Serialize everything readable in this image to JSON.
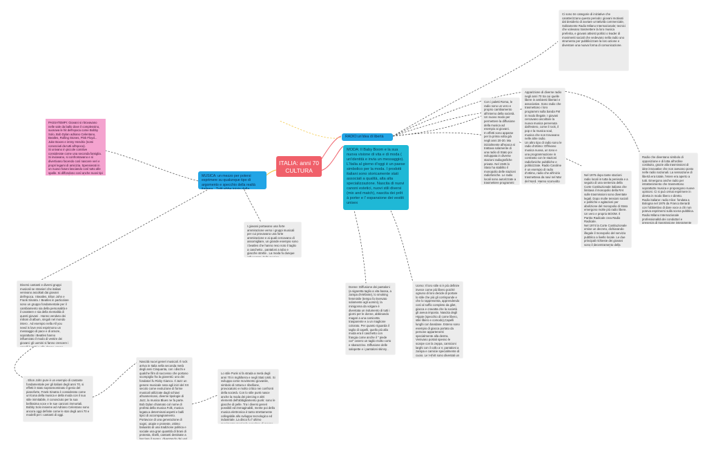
{
  "central": {
    "title": "ITALIA: anni 70\nCULTURA"
  },
  "branches": {
    "radio": "RADIO:un'idea di libertà",
    "moda": "MODA: Il Baby Boom e la sua nuova visione di vita e di moda ( un'identità e invia un messaggio). L'Italia al giorno d'oggi è un paese simbolico per la moda.\nI prodotti italiani sono storicamente stati associati a qualità, alta alta specializzazione.\nNascita di nuovi canoni estetici, nuovi stili diversi (mix and match), nascita dei prêt à porter e l' espansione dei vestiti unisex",
    "musica": "MUSICA: un mezzo per potersi esprimere su qualunque tipo di argomento e specchio della realtà italiana . Tutti ebbe inizio dalla musica..."
  },
  "notes": {
    "radio_top": "Ci sono tre categorie di iniziative che caratterizzano questo periodo: giovani motivati dal desiderio di avviare un'attività commerciale, Solitamente Radio Milano Internazionale; tecnici che volevano trasmettere la loro musica preferita, e giovani attivisti politici o leader di movimenti sociali che vedevano nella radio uno strumento per pubblicizzare la loro azione e diventare una nuova forma di comunicazione.",
    "radio_monopoly": "Con i paletti Roma, le radio sono un vero e proprio cambiamento all'interno della società. Un nuovo modo per permettere la diffusione della musica ad esempio ai giovani.\nIn effetti sono apparse per la prima volta già negli anni 20-30. Ma inizialmente all'epoca si trattava solamente di una radio di Stato poi sviluppata in diverse stazioni radiografiche private. Nel 1945 lo Stato ha stabilito il monopolio delle stazioni radiofoniche. Le radio locali sono autorizzate a trasmettere programmi piano piano anche in virtù del nuovo statuto così un vero e proprio discorso per mancanza di frequenze disponibili.",
    "radio_apparizione": "Apparizione di diverse radio negli anni 70 tra cui quelle libere in ambienti libertari e associative. Sono radio che trasmettono i loro programmi sulla banda FM in modo illegale. I giovani cercavano ascoltare la nuova musica pervenuta dall'estero, come il rock, il pop e la musica soul, musica che non trovavano nelle altre radio.\nUn altro tipo di radio sono le radio d'ottimo: Offrivano musica nuova, un tono e una programmazione in contrasto con le stazioni radiofoniche pubbliche e politicizzate. Radio Caroline è un esempio di radio d'ottimo, radio che all'inizio trasmetteva da navi nel Mar del Nord. Hanno sconvolto la realtà della polizia che intervenne e meter fine a queste radio confiscando le installazioni e le proteste d'assalto le navi trasmittenti.",
    "radio_1976": "Nel 1976 dopo tante stazioni radio locali in tutta la penisola e a seguito di una sentenza della Corte Costituzionale italiana che limitava il monopolio della RAI sulle trasmissioni sono diventate legali. Dopo molte tensioni sociali e politiche e agitazioni per abolizione del monopolio di Stato emergono molte più radio libere. Un vero e proprio BOOM. Il Partito Radicale crea Radio Radicale.\nNel 1974 la Corte Costituzionale emise un decreto, dichiarando illegale il monopolio del servizio pubblico a livello locale. Le due principali richieste dei giovani sono il decentramento della produzione e un utilizzo più accessibile a tutti allo scopo per partecipare non solo ma stare prese in considerazione dal legislatore.",
    "radio_alice": "Radio che diventano simbolo di opposizione e di lotta all'ordine costituito, grazie alla trasmissioni di idee innovative che non avevano posto nelle radio nazionali. La sensazione di libertà era totale, l'etere era aperto a tutti. Emergono anche radio per intrattenimento che trasmettono soprattutto musica e propongono nuove opinioni. Ci si può ormai esprimere in diretta in modo libero e diretto.\nRadio italiane: radio Alice: fondata a Bologna nel 1976 da Franco Berardi con l'obbiettivo di dare voce a chi non poteva esprimersi sulla scena pubblica. Radio Milano Internazionale professionalità dei conduttori e presenza di trasmissione interamente musicale.",
    "passatempi": "PASSATEMPI: Giovani si ritrovavano nelle sale da ballo dove il complessino, suonava le hit dell'epoca come Bobby Solo, Bob Dylan adriano Celentano, Beatles, Rolling Stones, Pink Floyd... Juke Boxes e immy Hendrix (nomi conosciuti da tutti all'epoca).\nSi univano in piccole comitive considerate come una seconda famiglia. Si inviavano, si confrontavano e si divertivano facendo così nascere veri e propri legami di amicizia. Spensierati in un nuovo futuro lasciando così tutto alle spalle. Si diffondono così anche nuovi tipi di passatempi: il cinema e il teatro.",
    "giovani_ammirazione": "I giovani portavano una forte ammirazione verso i gruppi musicali per cui provavano una forte ammirazione e ai quali cercavano di assomigliare, un grande esempio sono i beatles che hanno reso noto il taglio a caschetto , pantaloni a tubo e giacche strette . La moda fu dunque influenzata dalla musica.",
    "donne": "Donne: Diffusione dei pantaloni (a sigaretta taglio a vita bassa, a zampa d'elefante), lo smoking femminile (tempo fa riservato solamente agli uomini), la minigonna da volgare è diventata un indumento di tutti i giorni per le donne, abbinando magari a una camicetta trasparente e a un maglione colorato. Per quanto riguarda il taglio di capelli, quello più alla moda era il caschetto con frangia come anche il \" piede cut\" ovvero un taglio molto corto e sbarazzino. Diffusione delle salopette e i pantaloni skinny .",
    "uomo": "Uomo: Il loro stile si è più definire invece come più libero poiché ognuno di loro decide di portare lo stile che più gli corrisponde e che lo rappresenta, apprendendo così al soffio completo da gilet, giacca e cravatta che la società gli aveva imposto. Nascita degli Hippie (specchio di come libero, stile libero e comodo),Capelli lunghi con bandane. Esteno sono esempio di giacca portato da persone appartenenti specialmente alla destra. Venivano portati spesso le scarpe con la zeppa, camicioni larghi con il collo a V, pantaloni a zampa e camicie specialmente di cuoio. Le t-shirt sono diventati un vero e proprio capo d'abbigliamento.",
    "gruppi": "Diversi cantanti e diversi gruppi musicali se stranieri che italiani venivano ascoltati dai giovani dell'epoca. I Beatles, Elton John e Frank Sinatra. I Beatles in particolare sono un gruppo fondamentale per il cambiamento sia della personalità e il carattere e sia della mentalità di questi giovani . Hanno venduto dei milioni di album, singoli nel mondo intero . Ad esempio nella All you need is love essi esprimono un messaggio di pace e di amore, soprattutto i Beatles hanno influenzato il modo di vestire dei giovani: gli uomini si fanno crescere i capelli lunghi e alle donne usano ornarsi portare dei pantaloni e i capelli a caschetto esattamente come loro.",
    "elton": ". Elton John pure è un esempio di cantante fondamentale per gli italiani degli anni 70, si effetti è stato soprannominato il genio del pianoforte, Frank Sinatra è considerato come un'icona della musica e della moda con il suo stile inimitabile, è conosciuto per la sua bellissima voce e le sue canzoni immortali. Bobby Solo insieme ad Adriano Celentano sono ancora oggi definite come le star degli anni 70 e modelli per i cantanti di oggi.",
    "generi": "Nascità nuovi generi musicali. Il rock arriva in Italia nella seconda metà degli anni Cinquanta, con i dischi e qualche film di successo che portano scompiglio fra la gioventù: uno dei fondatori fu Ricky Gianco. Il Jazz un genere musicale nato agli inizi del XX secolo come evoluzione di forme musicali utilizzate dagli schiavi afroamericani, diverse tipologie di Jazz, la musica Blues ne fa parte. Bob Dylan chiamato col nome di profeta della musica Folk, musica legata a determinati aspetti e balli tipici di accompagnamento. Portavoce di una generazione di sogni, utopie e proteste, ottimo baluardo di una tradizione politica e sociale una gran quantità di brani di protesta, ribelli, cantanti destinate a lasciare il segno, diventando dei veri e propri inni in difesa dei diritti civili. Canzone \"A hard rain's a-gonna fall\", con i suoi velati riferimenti all'apocalisse nucleare. e soprattutto \"Blowin' in the wind\", che riprende in parte la melodia di una canzone tradizionale degli schiavi, \"No more auction block\". Cominciò ad essere un personaggio di rilievo nei movimenti per i diritti civili.",
    "punk": "Lo stile Punk si fa strada a metà degli anni 70 in Inghilterra e negli Stati Uniti. Si sviluppa come movimento giovanile, simbolo di rottura e ribellione, provocatorio e molto critico nei confronti della società. Con lo stile punk nasce anche la moda dei piercing e altri elementi dell'abbigliamento punk: sono le giacche di pelle. Tra i diversi generi possibili ed immaginabili, mente poi della musica elettronica è tanto strettamente collegabile allo sviluppo tecnologico ed industriale. La disco fu l' ultimo movimento musicale popolare di masse guidato dalla generazione del baby boom."
  }
}
